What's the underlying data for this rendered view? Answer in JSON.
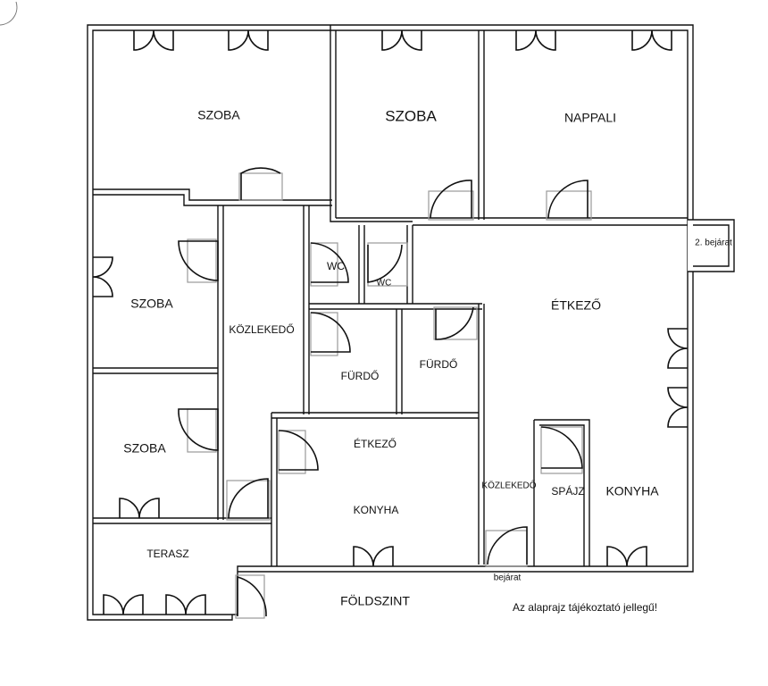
{
  "rooms": {
    "room1": "SZOBA",
    "room2": "SZOBA",
    "living": "NAPPALI",
    "room3": "SZOBA",
    "room4": "SZOBA",
    "corridor1": "KÖZLEKEDŐ",
    "wc1": "WC",
    "wc2": "WC",
    "bath1": "FÜRDŐ",
    "bath2": "FÜRDŐ",
    "dining1": "ÉTKEZŐ",
    "dining2": "ÉTKEZŐ",
    "kitchen1": "KONYHA",
    "kitchen2": "KONYHA",
    "corridor2": "KÖZLEKEDŐ",
    "pantry": "SPÁJZ",
    "terrace": "TERASZ"
  },
  "labels": {
    "floor": "FÖLDSZINT",
    "entrance": "bejárat",
    "entrance2": "2. bejárat",
    "disclaimer": "Az alaprajz tájékoztató jellegű!"
  }
}
